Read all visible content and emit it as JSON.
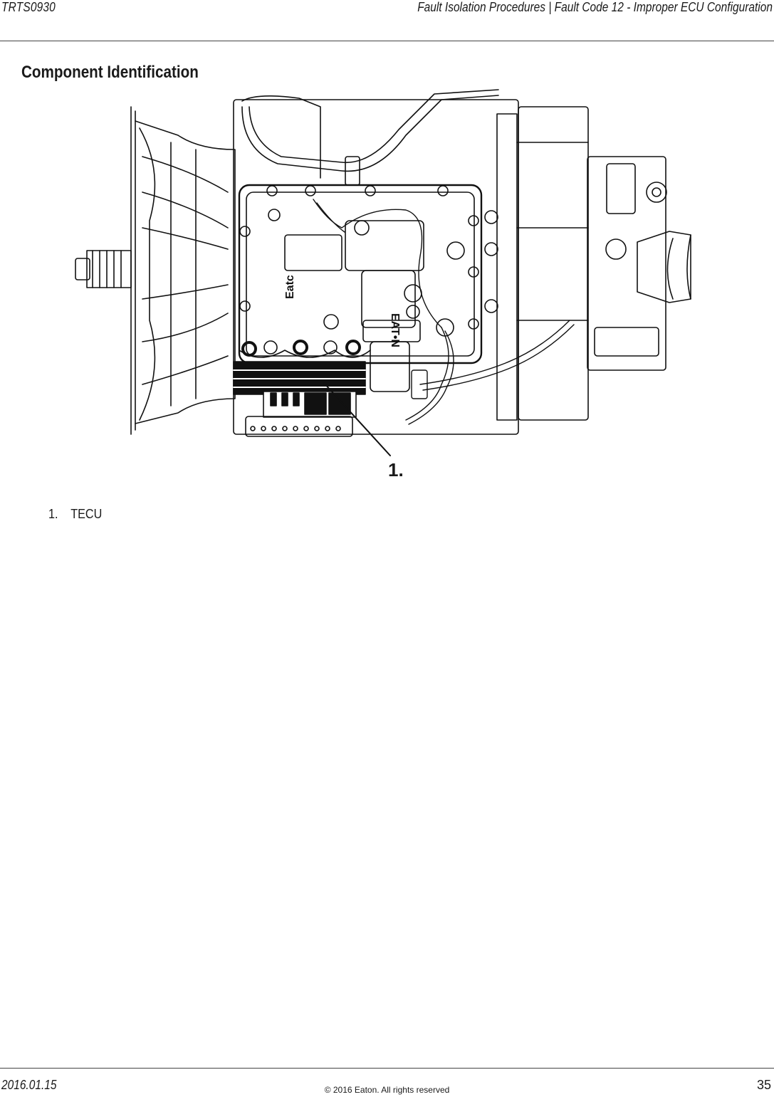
{
  "header": {
    "doc_id": "TRTS0930",
    "breadcrumb": "Fault Isolation Procedures | Fault Code 12 - Improper ECU Configuration"
  },
  "section": {
    "title": "Component Identification"
  },
  "figure": {
    "callout": "1.",
    "housing_logo": "EAT•N",
    "housing_text": "Eatc"
  },
  "legend": [
    {
      "number": "1.",
      "label": "TECU"
    }
  ],
  "footer": {
    "date": "2016.01.15",
    "copyright": "© 2016 Eaton. All rights reserved",
    "page": "35"
  }
}
